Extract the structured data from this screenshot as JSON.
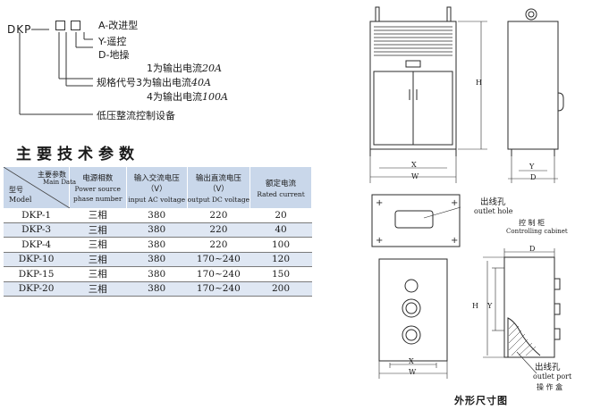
{
  "model_code": {
    "prefix": "DKP",
    "options": [
      {
        "text": "A-改进型"
      },
      {
        "text": "Y-遥控"
      },
      {
        "text": "D-地操"
      }
    ],
    "current_lines": [
      {
        "pre": "1为输出电流",
        "val": "20A"
      },
      {
        "pre": "规格代号3为输出电流",
        "val": "40A"
      },
      {
        "pre": "4为输出电流",
        "val": "100A"
      }
    ],
    "device_name": "低压整流控制设备"
  },
  "section_title": "主要技术参数",
  "table": {
    "corner_top_cn": "主要参数",
    "corner_top_en": "Main Data",
    "corner_bottom_cn": "型号",
    "corner_bottom_en": "Model",
    "headers": [
      {
        "cn": "电源相数",
        "en1": "Power source",
        "en2": "phase number"
      },
      {
        "cn": "输入交流电压（V）",
        "en1": "input AC voltage",
        "en2": ""
      },
      {
        "cn": "输出直流电压（V）",
        "en1": "output DC voltage",
        "en2": ""
      },
      {
        "cn": "额定电流",
        "en1": "Rated current",
        "en2": ""
      }
    ],
    "rows": [
      [
        "DKP-1",
        "三相",
        "380",
        "220",
        "20"
      ],
      [
        "DKP-3",
        "三相",
        "380",
        "220",
        "40"
      ],
      [
        "DKP-4",
        "三相",
        "380",
        "220",
        "100"
      ],
      [
        "DKP-10",
        "三相",
        "380",
        "170~240",
        "120"
      ],
      [
        "DKP-15",
        "三相",
        "380",
        "170~240",
        "150"
      ],
      [
        "DKP-20",
        "三相",
        "380",
        "170~240",
        "200"
      ]
    ]
  },
  "drawings": {
    "dim_H": "H",
    "dim_X": "X",
    "dim_W": "W",
    "dim_Y": "Y",
    "dim_D": "D",
    "outlet_hole_cn": "出线孔",
    "outlet_hole_en": "outlet hole",
    "control_cabinet_cn": "控 制 柜",
    "control_cabinet_en": "Controlling cabinet",
    "outlet_port_cn": "出线孔",
    "outlet_port_en": "outlet port",
    "operation_box_cn": "操 作 盒",
    "caption": "外形尺寸图"
  }
}
